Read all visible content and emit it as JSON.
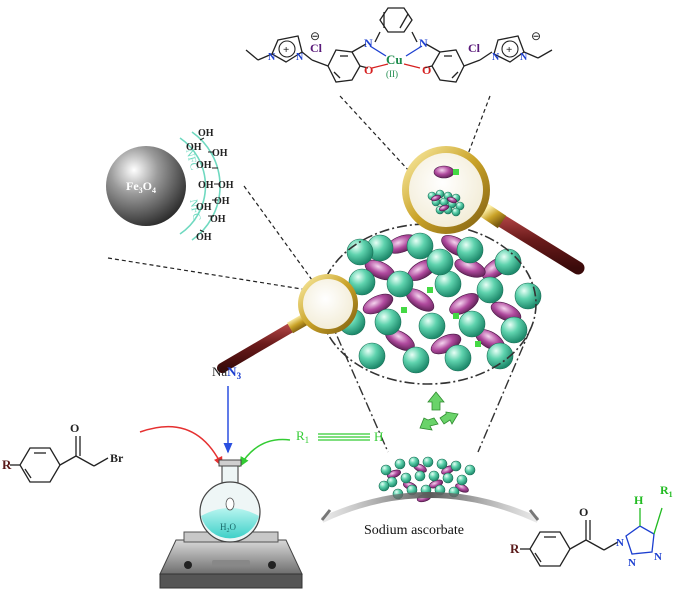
{
  "complex": {
    "cu": "Cu",
    "ox_state": "(II)",
    "n_left": "N",
    "n_right": "N",
    "o_left": "O",
    "o_right": "O",
    "cl_left": "Cl",
    "cl_right": "Cl",
    "charge_minus": "⊖",
    "charge_plus": "+",
    "imid_n": "N"
  },
  "magnetic_core": {
    "label_main": "Fe",
    "label_sub1": "3",
    "label_mid": "O",
    "label_sub2": "4",
    "shell_label": "NFC",
    "hydroxyl": "OH"
  },
  "reagents": {
    "azide_na": "Na",
    "azide_n": "N",
    "azide_sub": "3",
    "bromide": "Br",
    "carbonyl_o": "O",
    "r_group": "R",
    "alkyne_r": "R",
    "alkyne_sub": "1",
    "alkyne_h": "H",
    "solvent": "H",
    "solvent_sub": "2",
    "solvent_o": "O"
  },
  "product": {
    "r_group": "R",
    "carbonyl_o": "O",
    "triazole_h": "H",
    "triazole_r": "R",
    "triazole_sub": "1",
    "n1": "N",
    "n2": "N",
    "n3": "N"
  },
  "catalyst_support": {
    "label": "Sodium ascorbate"
  },
  "colors": {
    "sphere_teal": "#4fc9a4",
    "ellipse_purple": "#b04a9e",
    "cu_green": "#1a8a4a",
    "oxygen_red": "#d62020",
    "nitrogen_blue": "#1c3fd0",
    "alkyne_green": "#33cc33",
    "magnifier_gold": "#c9a227",
    "handle_maroon": "#6b1b1b",
    "product_blue": "#1c3fd0",
    "product_green": "#22bb22"
  },
  "icons": [
    "magnifier-icon",
    "recycle-icon",
    "hotplate-stirrer-icon",
    "round-bottom-flask-icon"
  ]
}
